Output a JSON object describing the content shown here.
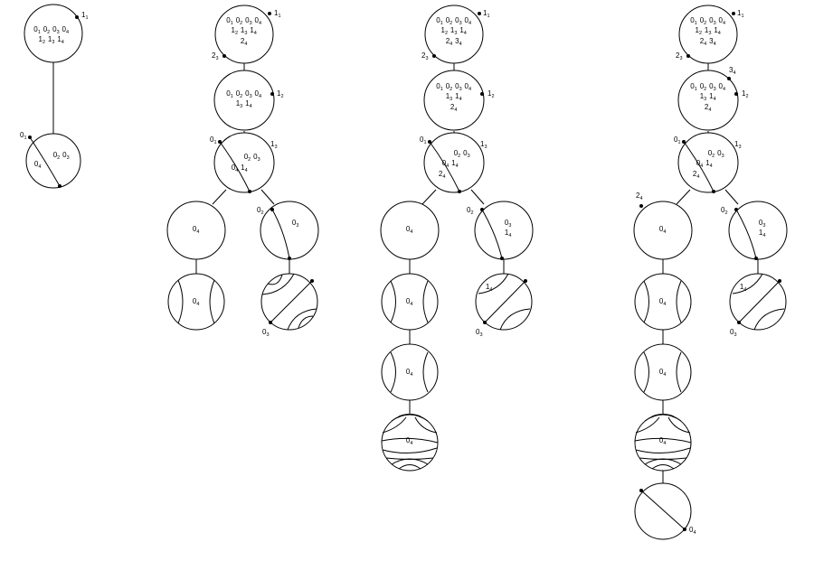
{
  "diagram": {
    "type": "sequence of tree diagrams of circles with arcs and labeled points",
    "subscript_indices": "printed smaller and lowered after each digit",
    "trees": [
      {
        "nodes": [
          {
            "text_lines": [
              "0_1 0_2 0_3 0_4",
              "1_2 1_3 1_4"
            ],
            "point_labels": [
              "1_1"
            ],
            "arcs": "none"
          },
          {
            "text_lines": [
              "0_2  0_3",
              "0_4"
            ],
            "point_labels": [
              "0_1"
            ],
            "arcs": "one chord"
          }
        ]
      },
      {
        "nodes": [
          {
            "text_lines": [
              "0_1 0_2 0_3 0_4",
              "1_2 1_3 1_4",
              "2_4"
            ],
            "point_labels": [
              "1_1",
              "2_3"
            ]
          },
          {
            "text_lines": [
              "0_1 0_2 0_3 0_4",
              "1_3 1_4"
            ],
            "point_labels": [
              "1_2"
            ]
          },
          {
            "text_lines": [
              "0_2  0_3",
              "0_4  1_4"
            ],
            "point_labels": [
              "0_1",
              "1_3"
            ]
          },
          {
            "text_lines": [
              "0_4"
            ],
            "point_labels": []
          },
          {
            "text_lines": [
              "0_3"
            ],
            "point_labels": [
              "0_2"
            ]
          },
          {
            "text_lines": [
              "0_4"
            ],
            "point_labels": []
          },
          {
            "text_lines": [],
            "point_labels": [
              "0_3"
            ]
          }
        ]
      },
      {
        "nodes": [
          {
            "text_lines": [
              "0_1 0_2 0_3 0_4",
              "1_2 1_3 1_4",
              "2_4  3_4"
            ],
            "point_labels": [
              "1_1",
              "2_3"
            ]
          },
          {
            "text_lines": [
              "0_1 0_2 0_3 0_4",
              "1_3 1_4",
              "2_4"
            ],
            "point_labels": [
              "1_2"
            ]
          },
          {
            "text_lines": [
              "0_2  0_3",
              "0_4  1_4",
              "2_4"
            ],
            "point_labels": [
              "0_1",
              "1_3"
            ]
          },
          {
            "text_lines": [
              "0_4"
            ],
            "point_labels": []
          },
          {
            "text_lines": [
              "0_3",
              "1_4"
            ],
            "point_labels": [
              "0_2"
            ]
          },
          {
            "text_lines": [
              "0_4"
            ],
            "point_labels": []
          },
          {
            "text_lines": [
              "1_4"
            ],
            "point_labels": [
              "0_3"
            ]
          },
          {
            "text_lines": [
              "0_4"
            ],
            "point_labels": []
          },
          {
            "text_lines": [
              "0_4"
            ],
            "point_labels": []
          }
        ]
      },
      {
        "nodes": [
          {
            "text_lines": [
              "0_1 0_2 0_3 0_4",
              "1_2 1_3 1_4",
              "2_4  3_4"
            ],
            "point_labels": [
              "1_1",
              "2_3"
            ]
          },
          {
            "text_lines": [
              "0_1 0_2 0_3 0_4",
              "1_3 1_4",
              "2_4"
            ],
            "point_labels": [
              "1_2",
              "3_4"
            ]
          },
          {
            "text_lines": [
              "0_2  0_3",
              "0_4  1_4",
              "2_4"
            ],
            "point_labels": [
              "0_1",
              "1_3"
            ]
          },
          {
            "text_lines": [
              "0_4"
            ],
            "point_labels": [
              "2_4"
            ]
          },
          {
            "text_lines": [
              "0_3",
              "1_4"
            ],
            "point_labels": [
              "0_2"
            ]
          },
          {
            "text_lines": [
              "0_4"
            ],
            "point_labels": []
          },
          {
            "text_lines": [
              "1_4"
            ],
            "point_labels": [
              "0_3"
            ]
          },
          {
            "text_lines": [
              "0_4"
            ],
            "point_labels": []
          },
          {
            "text_lines": [
              "0_4"
            ],
            "point_labels": []
          },
          {
            "text_lines": [],
            "point_labels": [
              "0_4"
            ]
          }
        ]
      }
    ]
  }
}
